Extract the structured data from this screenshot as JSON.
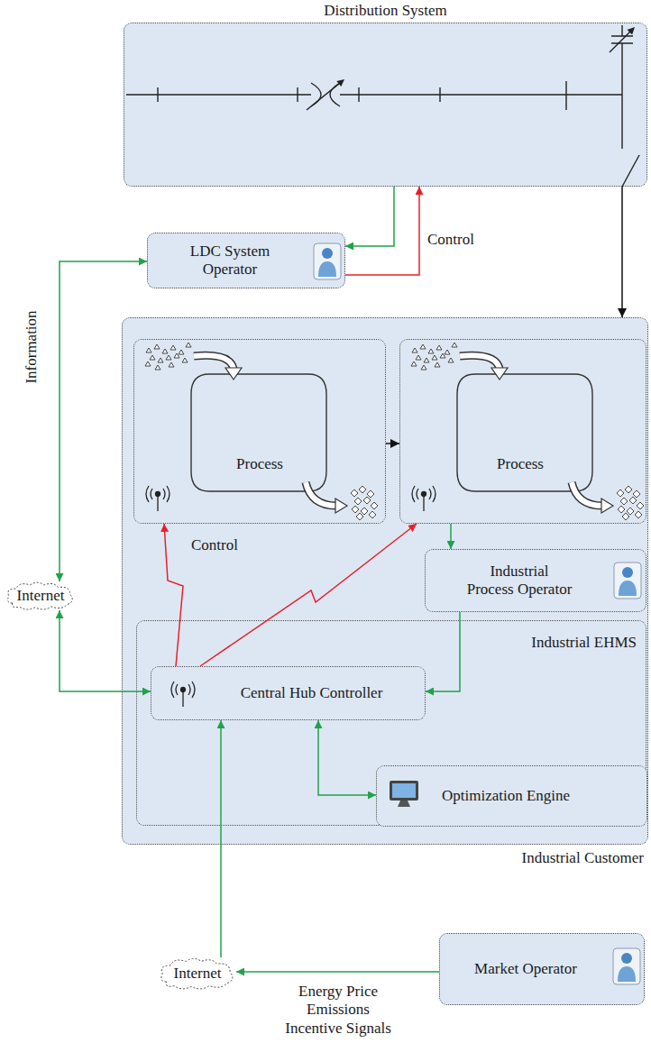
{
  "diagram": {
    "nodes": [
      {
        "text": [
          "Distribution System"
        ]
      },
      {
        "text": [
          "LDC System Operator"
        ]
      },
      {
        "text": [
          "Industrial Customer"
        ]
      },
      {
        "text": [
          "Process"
        ],
        "in": 2
      },
      {
        "text": [
          "Process"
        ],
        "in": 2
      },
      {
        "text": [
          "Industrial Process Operator"
        ],
        "in": 2
      },
      {
        "text": [
          "Industrial EHMS"
        ],
        "in": 2
      },
      {
        "text": [
          "Central Hub Controller"
        ],
        "in": 6
      },
      {
        "text": [
          "Optimization Engine"
        ],
        "in": 6
      },
      {
        "text": [
          "Internet"
        ]
      },
      {
        "text": [
          "Internet"
        ]
      },
      {
        "text": [
          "Market Operator"
        ]
      }
    ],
    "edges": [
      {
        "from": 0,
        "to": 1,
        "arrow": "to"
      },
      {
        "from": 1,
        "to": 0,
        "label": "Control",
        "arrow": "to"
      },
      {
        "from": 0,
        "to": 2,
        "arrow": "to"
      },
      {
        "from": 1,
        "to": 9,
        "label": "Information",
        "arrow": "both"
      },
      {
        "from": 9,
        "to": 7,
        "arrow": "both"
      },
      {
        "from": 7,
        "to": 3,
        "label": "Control",
        "arrow": "to"
      },
      {
        "from": 7,
        "to": 4,
        "arrow": "to"
      },
      {
        "from": 3,
        "to": 4,
        "arrow": "to"
      },
      {
        "from": 4,
        "to": 5,
        "arrow": "to"
      },
      {
        "from": 5,
        "to": 7,
        "arrow": "to"
      },
      {
        "from": 7,
        "to": 8,
        "arrow": "both"
      },
      {
        "from": 10,
        "to": 7,
        "arrow": "to"
      },
      {
        "from": 11,
        "to": 10,
        "label": "Energy Price Emissions Incentive Signals",
        "arrow": "to"
      }
    ]
  }
}
